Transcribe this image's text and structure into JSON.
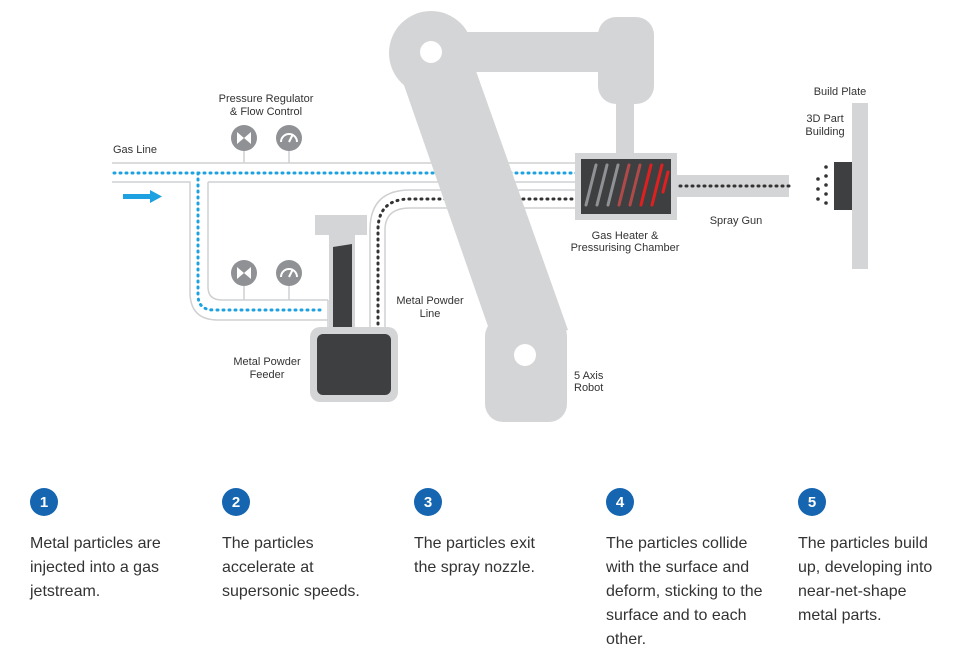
{
  "diagram": {
    "labels": {
      "gas_line": "Gas Line",
      "pressure_regulator_1": "Pressure Regulator",
      "pressure_regulator_2": "& Flow Control",
      "build_plate": "Build Plate",
      "part_building_1": "3D Part",
      "part_building_2": "Building",
      "spray_gun": "Spray Gun",
      "gas_heater_1": "Gas Heater &",
      "gas_heater_2": "Pressurising Chamber",
      "powder_line_1": "Metal Powder",
      "powder_line_2": "Line",
      "powder_feeder_1": "Metal Powder",
      "powder_feeder_2": "Feeder",
      "robot_1": "5 Axis",
      "robot_2": "Robot"
    },
    "icons": [
      "valve-icon",
      "gauge-icon",
      "flow-arrow-icon"
    ],
    "colors": {
      "gas_flow": "#1da1e0",
      "powder_flow": "#333333",
      "machinery": "#d4d5d7",
      "feeder": "#3e3f41",
      "heater_hot": "#e02020",
      "step_badge": "#1565b0"
    }
  },
  "steps": [
    {
      "number": "1",
      "text": "Metal particles are injected into a gas jetstream."
    },
    {
      "number": "2",
      "text": "The particles accelerate at supersonic speeds."
    },
    {
      "number": "3",
      "text": "The particles exit the spray nozzle."
    },
    {
      "number": "4",
      "text": "The particles collide with the surface and deform, sticking to the surface and to each other."
    },
    {
      "number": "5",
      "text": "The particles build up, developing into near-net-shape metal parts."
    }
  ]
}
